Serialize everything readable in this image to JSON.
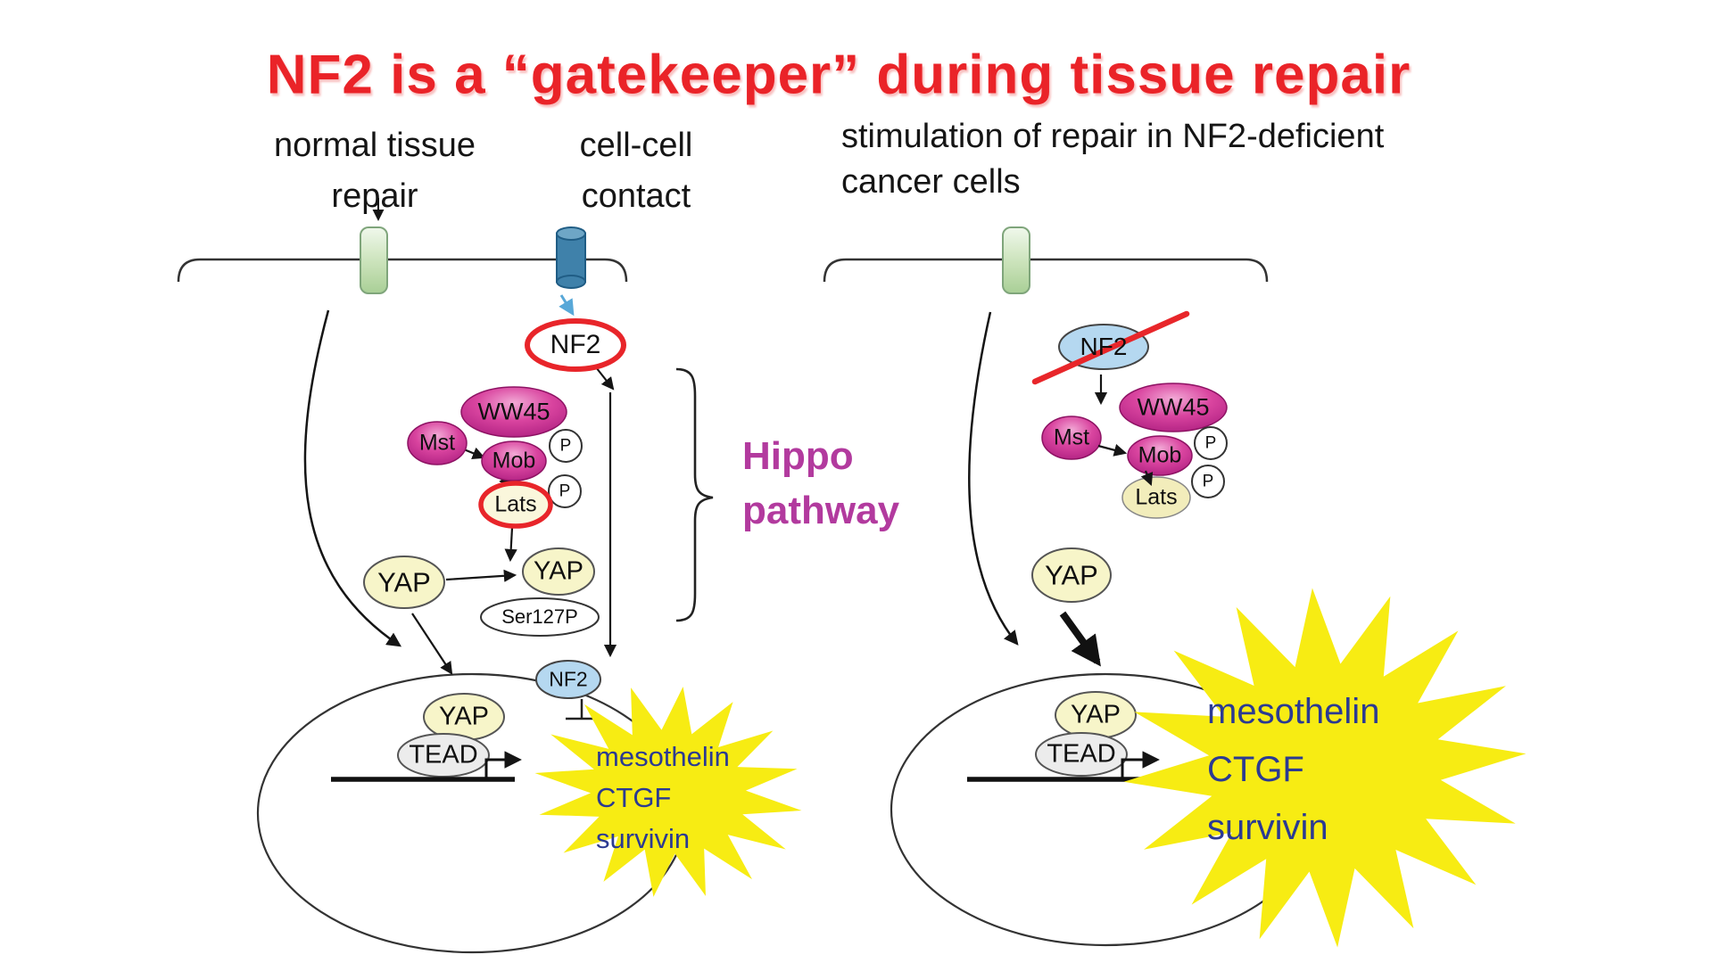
{
  "colors": {
    "title_red": "#ea2328",
    "hippo_purple": "#b23a9e",
    "gene_blue": "#2b3a92",
    "star_yellow": "#f7ec13",
    "node_magenta": "#c62894",
    "nf2_outline_red": "#e8252a",
    "receptor_green": "#cde4bd",
    "contact_cylinder_blue": "#3f81aa",
    "nf2_fill_blue": "#b5d8f0"
  },
  "title": "NF2 is a “gatekeeper” during tissue repair",
  "left_panel": {
    "label_normal_repair": "normal tissue\nrepair",
    "label_cell_contact": "cell-cell\ncontact",
    "hippo_label": "Hippo\npathway",
    "nodes": {
      "nf2": "NF2",
      "ww45": "WW45",
      "mst": "Mst",
      "mob": "Mob",
      "p": "P",
      "lats": "Lats",
      "yap": "YAP",
      "ser127p": "Ser127P",
      "nf2_nuclear": "NF2",
      "tead": "TEAD"
    },
    "genes": "mesothelin\nCTGF\nsurvivin"
  },
  "right_panel": {
    "label": "stimulation of repair in NF2-deficient\ncancer cells",
    "nodes": {
      "nf2": "NF2",
      "ww45": "WW45",
      "mst": "Mst",
      "mob": "Mob",
      "p": "P",
      "lats": "Lats",
      "yap": "YAP",
      "tead": "TEAD"
    },
    "genes": "mesothelin\nCTGF\nsurvivin"
  }
}
